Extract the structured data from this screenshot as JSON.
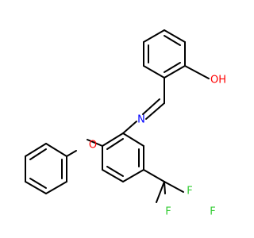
{
  "molecule": {
    "atom_labels": {
      "hydroxyl": "OH",
      "imine_nitrogen": "N",
      "ether_oxygen": "O",
      "fluorine_top": "F",
      "fluorine_right": "F",
      "fluorine_left": "F"
    },
    "colors": {
      "bond": "#000000",
      "oxygen": "#ff0000",
      "nitrogen": "#0000ff",
      "fluorine": "#33cc33"
    }
  }
}
